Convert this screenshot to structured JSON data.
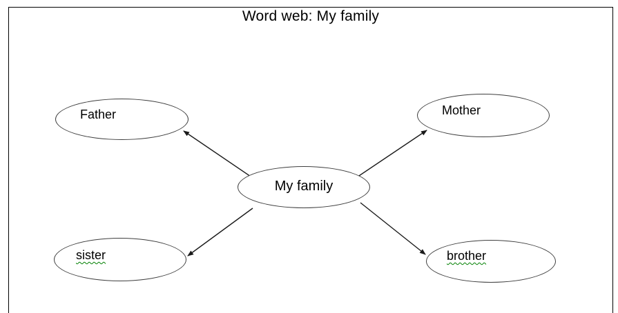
{
  "title": "Word web: My family",
  "diagram": {
    "center_node": {
      "label": "My family"
    },
    "nodes": {
      "father": {
        "label": "Father"
      },
      "mother": {
        "label": "Mother"
      },
      "sister": {
        "label": "sister"
      },
      "brother": {
        "label": "brother"
      }
    },
    "spellcheck_underlined_words": [
      "sister",
      "brother"
    ],
    "arrow_connections": [
      "center-to-father",
      "center-to-mother",
      "center-to-sister",
      "center-to-brother"
    ]
  },
  "colors": {
    "page_background": "#ffffff",
    "page_border": "#000000",
    "ellipse_outline": "#3d3d3d",
    "arrow": "#1a1a1a",
    "spellcheck_squiggle": "#008000",
    "text": "#000000"
  }
}
